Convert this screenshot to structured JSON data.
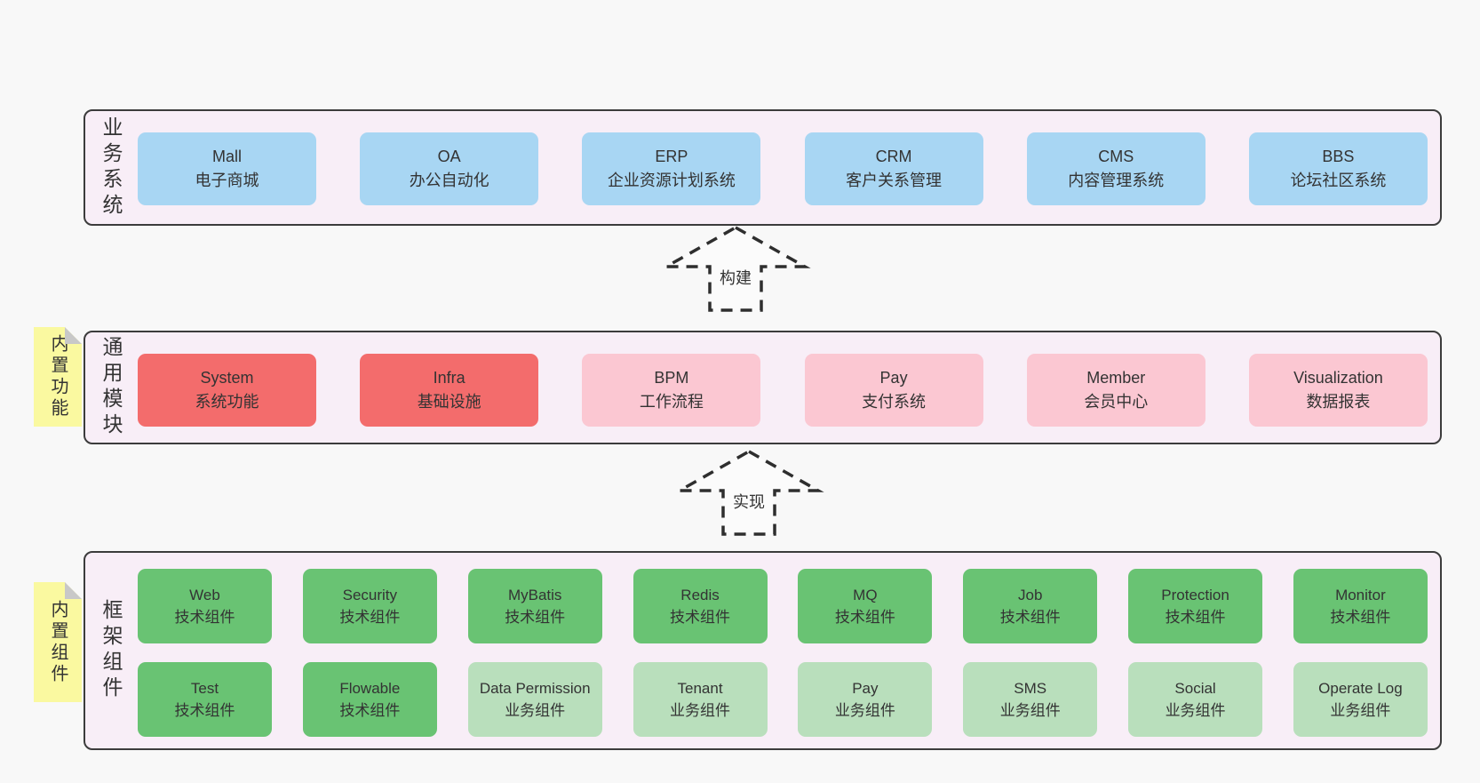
{
  "colors": {
    "page_bg": "#f8f8f8",
    "panel_bg": "#f8eef7",
    "panel_border": "#3c3c3c",
    "blue": "#a8d6f3",
    "red": "#f36c6c",
    "pink": "#fbc7d2",
    "green": "#69c373",
    "light_green": "#b9dfbc",
    "note_yellow": "#faf9a0",
    "note_fold": "#c8c8c8",
    "text": "#333333"
  },
  "arrows": [
    {
      "label": "构建"
    },
    {
      "label": "实现"
    }
  ],
  "layers": [
    {
      "label": "业务系统",
      "boxes": [
        {
          "name": "Mall",
          "desc": "电子商城",
          "variant": "blue"
        },
        {
          "name": "OA",
          "desc": "办公自动化",
          "variant": "blue"
        },
        {
          "name": "ERP",
          "desc": "企业资源计划系统",
          "variant": "blue"
        },
        {
          "name": "CRM",
          "desc": "客户关系管理",
          "variant": "blue"
        },
        {
          "name": "CMS",
          "desc": "内容管理系统",
          "variant": "blue"
        },
        {
          "name": "BBS",
          "desc": "论坛社区系统",
          "variant": "blue"
        }
      ]
    },
    {
      "label": "通用模块",
      "note": "内置功能",
      "boxes": [
        {
          "name": "System",
          "desc": "系统功能",
          "variant": "red"
        },
        {
          "name": "Infra",
          "desc": "基础设施",
          "variant": "red"
        },
        {
          "name": "BPM",
          "desc": "工作流程",
          "variant": "pink"
        },
        {
          "name": "Pay",
          "desc": "支付系统",
          "variant": "pink"
        },
        {
          "name": "Member",
          "desc": "会员中心",
          "variant": "pink"
        },
        {
          "name": "Visualization",
          "desc": "数据报表",
          "variant": "pink"
        }
      ]
    },
    {
      "label": "框架组件",
      "note": "内置组件",
      "rows": [
        {
          "boxes": [
            {
              "name": "Web",
              "desc": "技术组件",
              "variant": "green"
            },
            {
              "name": "Security",
              "desc": "技术组件",
              "variant": "green"
            },
            {
              "name": "MyBatis",
              "desc": "技术组件",
              "variant": "green"
            },
            {
              "name": "Redis",
              "desc": "技术组件",
              "variant": "green"
            },
            {
              "name": "MQ",
              "desc": "技术组件",
              "variant": "green"
            },
            {
              "name": "Job",
              "desc": "技术组件",
              "variant": "green"
            },
            {
              "name": "Protection",
              "desc": "技术组件",
              "variant": "green"
            },
            {
              "name": "Monitor",
              "desc": "技术组件",
              "variant": "green"
            }
          ]
        },
        {
          "boxes": [
            {
              "name": "Test",
              "desc": "技术组件",
              "variant": "green"
            },
            {
              "name": "Flowable",
              "desc": "技术组件",
              "variant": "green"
            },
            {
              "name": "Data Permission",
              "desc": "业务组件",
              "variant": "lightgreen"
            },
            {
              "name": "Tenant",
              "desc": "业务组件",
              "variant": "lightgreen"
            },
            {
              "name": "Pay",
              "desc": "业务组件",
              "variant": "lightgreen"
            },
            {
              "name": "SMS",
              "desc": "业务组件",
              "variant": "lightgreen"
            },
            {
              "name": "Social",
              "desc": "业务组件",
              "variant": "lightgreen"
            },
            {
              "name": "Operate Log",
              "desc": "业务组件",
              "variant": "lightgreen"
            }
          ]
        }
      ]
    }
  ]
}
